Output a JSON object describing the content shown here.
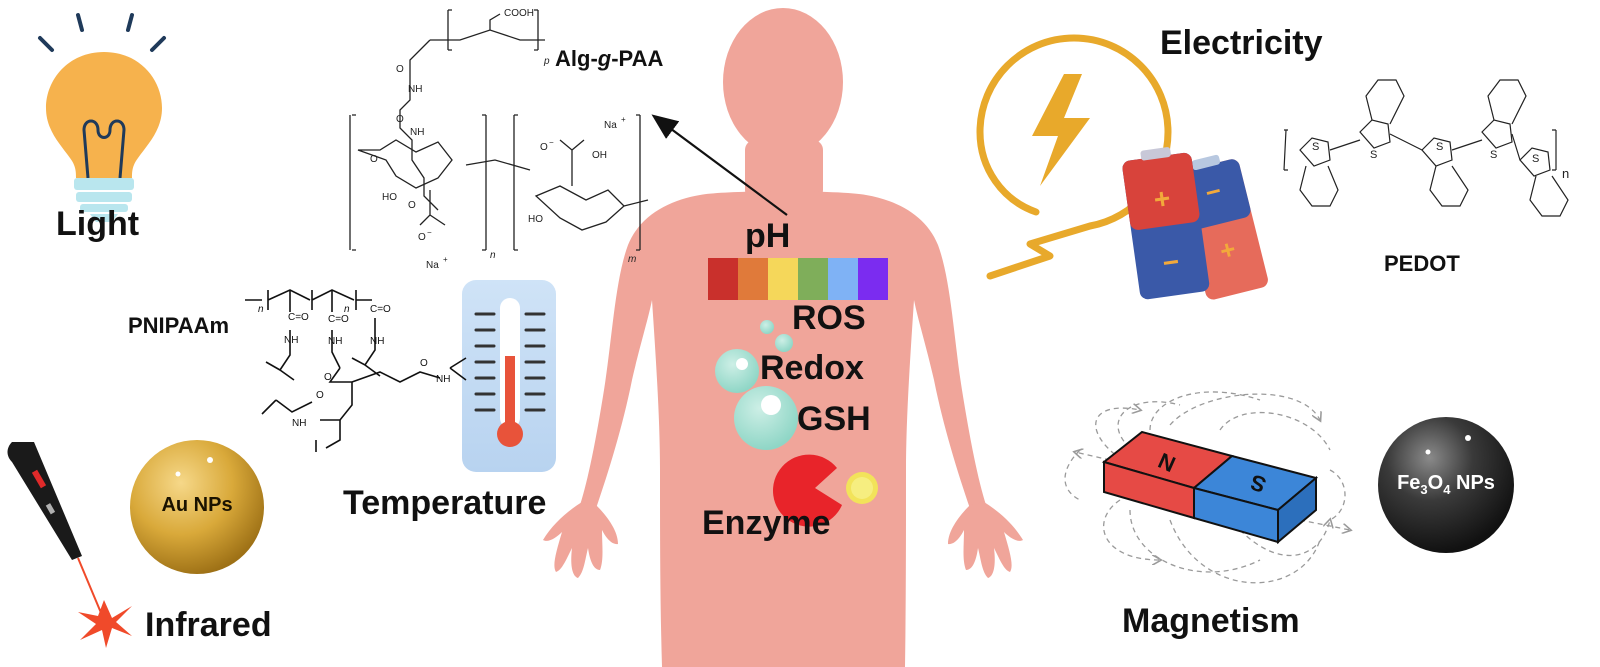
{
  "stimuli": {
    "light": "Light",
    "infrared": "Infrared",
    "temperature": "Temperature",
    "electricity": "Electricity",
    "magnetism": "Magnetism"
  },
  "internal": {
    "ph": "pH",
    "ros": "ROS",
    "redox": "Redox",
    "gsh": "GSH",
    "enzyme": "Enzyme"
  },
  "materials": {
    "alg_prefix": "Alg-",
    "alg_g": "g",
    "alg_suffix": "-PAA",
    "pnipaam": "PNIPAAm",
    "pedot": "PEDOT",
    "au_nps": "Au NPs",
    "fe3o4_fe": "Fe",
    "fe3o4_sub3": "3",
    "fe3o4_o": "O",
    "fe3o4_sub4": "4",
    "fe3o4_nps": " NPs"
  },
  "chem": {
    "cooh": "COOH",
    "nh": "NH",
    "na": "Na",
    "plus": "+",
    "o_minus": "O",
    "minus": "−",
    "ho": "HO",
    "oh": "OH",
    "o": "O",
    "n": "n",
    "m": "m",
    "p": "p",
    "s": "S",
    "c_eq_o": "C=O"
  },
  "magnet": {
    "north": "N",
    "south": "S"
  },
  "battery": {
    "plus": "+",
    "minus": "−"
  },
  "colors": {
    "body": "#F0A59A",
    "bulb": "#F6B24D",
    "bolt": "#E8A92B",
    "magnet_north": "#E64A45",
    "magnet_south": "#3C86D8",
    "gold": "#D9A93A",
    "iron": "#2B2B2B",
    "laser": "#F04A2A"
  },
  "ph_scale": [
    "#C9302C",
    "#E07A3A",
    "#F5D75A",
    "#7FAE5A",
    "#7FB2F5",
    "#7B2CF0"
  ]
}
